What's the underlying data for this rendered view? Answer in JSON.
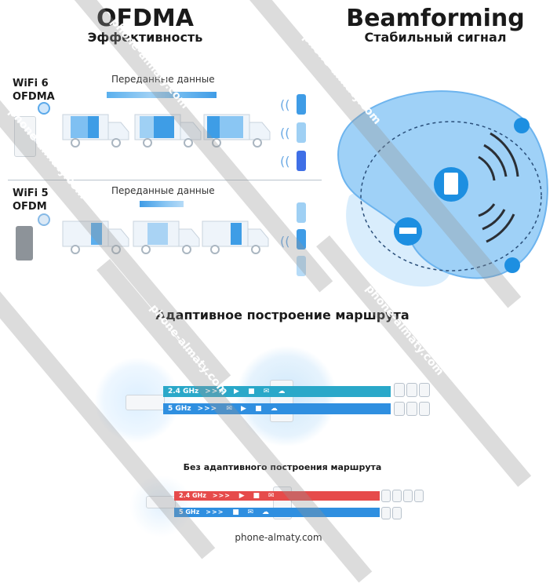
{
  "ofdma": {
    "title": "OFDMA",
    "subtitle": "Эффективность",
    "wifi6_label_line1": "WiFi 6",
    "wifi6_label_line2": "OFDMA",
    "wifi5_label_line1": "WiFi 5",
    "wifi5_label_line2": "OFDM",
    "transferred_data_top": "Переданные данные",
    "transferred_data_bottom": "Переданные данные"
  },
  "beamforming": {
    "title": "Beamforming",
    "subtitle": "Стабильный сигнал"
  },
  "adaptive": {
    "title": "Адаптивное построение маршрута",
    "lane_24": "2.4 GHz",
    "lane_5": "5 GHz",
    "arrows": ">>>"
  },
  "non_adaptive": {
    "title": "Без адаптивного построения маршрута",
    "lane_24": "2.4 GHz",
    "lane_5": "5 GHz",
    "arrows": ">>>"
  },
  "footer": {
    "site": "phone-almaty.com"
  },
  "watermark": {
    "text": "phone-almaty.com"
  },
  "colors": {
    "accent_blue": "#1d8fe1",
    "light_blue": "#9fcdf0",
    "teal_lane": "#2aa8c9",
    "blue_lane": "#2f8fe0",
    "red_lane": "#e64b4b"
  }
}
